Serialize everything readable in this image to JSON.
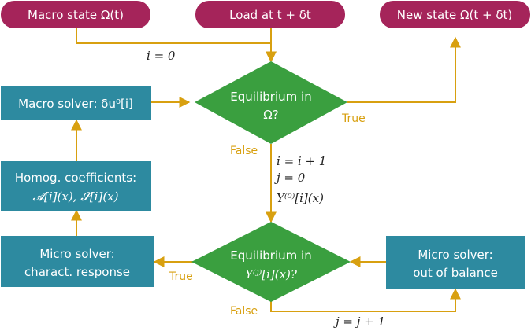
{
  "colors": {
    "start_node": "#a5245a",
    "process_node": "#2d8aa0",
    "decision_node": "#3a9f3f",
    "edge": "#d8a010",
    "edge_label": "#d8a010",
    "annotation": "#222222"
  },
  "nodes": {
    "macro_state": {
      "label": "Macro state Ω(t)"
    },
    "load": {
      "label": "Load at t + δt"
    },
    "new_state": {
      "label": "New state Ω(t + δt)"
    },
    "macro_solver": {
      "label": "Macro solver: δu⁰[i]"
    },
    "homog": {
      "line1": "Homog. coefficients:",
      "line2": "𝓐[i](x), 𝓢[i](x)"
    },
    "micro_solver_charact": {
      "line1": "Micro solver:",
      "line2": "charact. response"
    },
    "micro_solver_balance": {
      "line1": "Micro solver:",
      "line2": "out of balance"
    },
    "eq_omega": {
      "line1": "Equilibrium in",
      "line2": "Ω?"
    },
    "eq_y": {
      "line1": "Equilibrium in",
      "line2": "Y⁽ʲ⁾[i](x)?"
    }
  },
  "edge_labels": {
    "i_zero": "i = 0",
    "true_top": "True",
    "false_top": "False",
    "update_i": "i = i + 1",
    "update_j0": "j = 0",
    "init_y": "Y⁽⁰⁾[i](x)",
    "true_bottom": "True",
    "false_bottom": "False",
    "update_j": "j = j + 1"
  }
}
